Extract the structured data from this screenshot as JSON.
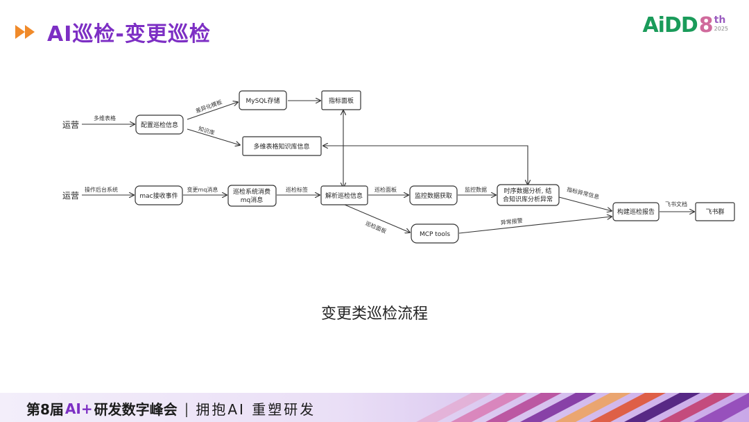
{
  "header": {
    "title": "AI巡检-变更巡检",
    "logo_text": "AiDD",
    "logo_edition_number": "8",
    "logo_edition_suffix": "th",
    "logo_year": "2025"
  },
  "diagram": {
    "caption": "变更类巡检流程",
    "nodes": {
      "ops1": "运营",
      "ops2": "运营",
      "config": "配置巡检信息",
      "mysql": "MySQL存储",
      "indicator_panel": "指标面板",
      "kb_info": "多维表格知识库信息",
      "mac_receive": "mac接收事件",
      "consume_line1": "巡检系统消费",
      "consume_line2": "mq消息",
      "parse": "解析巡检信息",
      "monitor_fetch": "监控数据获取",
      "timeseries_line1": "时序数据分析, 结",
      "timeseries_line2": "合知识库分析异常",
      "build_report": "构建巡检报告",
      "feishu_group": "飞书群",
      "mcp_tools": "MCP tools"
    },
    "edge_labels": {
      "multi_table": "多维表格",
      "diff_template": "差异化模板",
      "knowledge_base": "知识库",
      "admin_system": "操作后台系统",
      "change_mq": "变更mq消息",
      "inspect_label": "巡检标签",
      "inspect_panel1": "巡检面板",
      "monitor_data": "监控数据",
      "indicator_anomaly": "指标异常信息",
      "feishu_doc": "飞书文档",
      "inspect_panel2": "巡检面板",
      "anomaly_alert": "异常报警"
    }
  },
  "footer": {
    "prefix": "第8届",
    "ai": "AI+",
    "suffix": "研发数字峰会",
    "separator": "|",
    "slogan": "拥抱AI 重塑研发"
  }
}
